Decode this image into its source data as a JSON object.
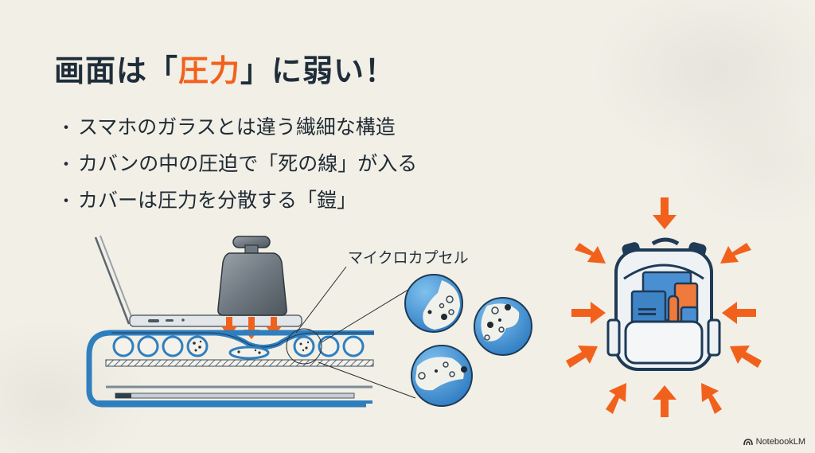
{
  "slide": {
    "title": {
      "prefix": "画面は「",
      "highlight": "圧力",
      "suffix": "」に弱い！"
    },
    "bullets": [
      {
        "marker": "・",
        "text": "スマホのガラスとは違う繊細な構造"
      },
      {
        "marker": "・",
        "text": "カバンの中の圧迫で「死の線」が入る"
      },
      {
        "marker": "・",
        "text": "カバーは圧力を分散する「鎧」"
      }
    ],
    "diagram": {
      "microcapsule_label": "マイクロカプセル"
    },
    "branding": {
      "label": "NotebookLM"
    }
  },
  "colors": {
    "background": "#f1efe6",
    "title_text": "#1f2d3a",
    "accent_orange": "#f2611c",
    "illustration_blue": "#2f7fbf",
    "illustration_navy": "#1e3a56"
  }
}
